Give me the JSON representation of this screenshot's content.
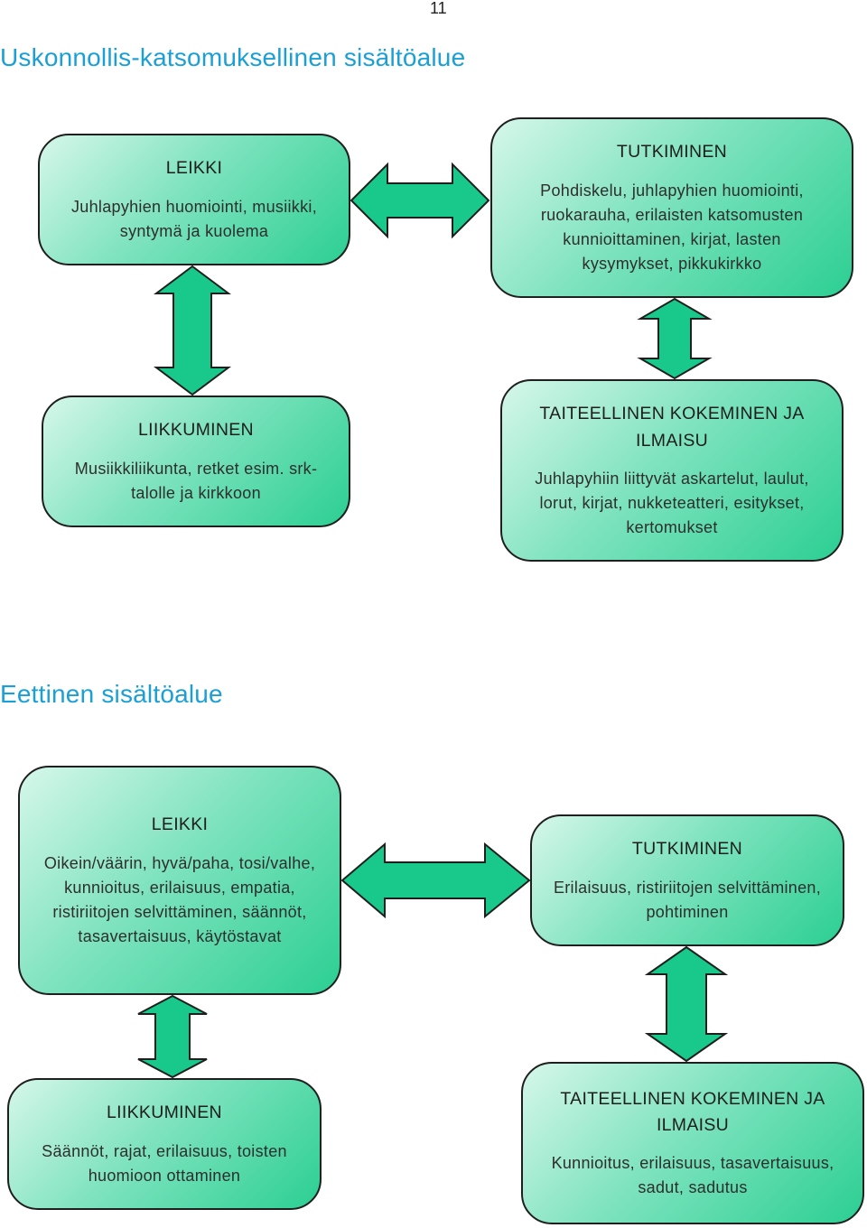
{
  "page_number": "11",
  "sections": [
    {
      "title": "Uskonnollis-katsomuksellinen sisältöalue",
      "boxes": [
        {
          "heading": "LEIKKI",
          "body": "Juhlapyhien huomiointi, musiikki, syntymä ja kuolema"
        },
        {
          "heading": "TUTKIMINEN",
          "body": "Pohdiskelu, juhlapyhien huomiointi, ruokarauha, erilaisten katsomusten kunnioittaminen, kirjat, lasten kysymykset, pikkukirkko"
        },
        {
          "heading": "LIIKKUMINEN",
          "body": "Musiikkiliikunta, retket esim. srk-talolle ja kirkkoon"
        },
        {
          "heading": "TAITEELLINEN KOKEMINEN JA ILMAISU",
          "body": "Juhlapyhiin liittyvät askartelut, laulut, lorut, kirjat, nukketeatteri, esitykset, kertomukset"
        }
      ]
    },
    {
      "title": "Eettinen sisältöalue",
      "boxes": [
        {
          "heading": "LEIKKI",
          "body": "Oikein/väärin, hyvä/paha, tosi/valhe, kunnioitus, erilaisuus, empatia, ristiriitojen selvittäminen, säännöt, tasavertaisuus, käytöstavat"
        },
        {
          "heading": "TUTKIMINEN",
          "body": "Erilaisuus, ristiriitojen selvittäminen, pohtiminen"
        },
        {
          "heading": "LIIKKUMINEN",
          "body": "Säännöt, rajat, erilaisuus, toisten huomioon ottaminen"
        },
        {
          "heading": "TAITEELLINEN KOKEMINEN JA ILMAISU",
          "body": "Kunnioitus, erilaisuus, tasavertaisuus, sadut, sadutus"
        }
      ]
    }
  ],
  "colors": {
    "title": "#1a9fd6",
    "box_fill_light": "#d6f7ea",
    "box_fill_dark": "#2ccf93",
    "arrow_fill": "#19c98b",
    "outline": "#1f1f1f"
  }
}
